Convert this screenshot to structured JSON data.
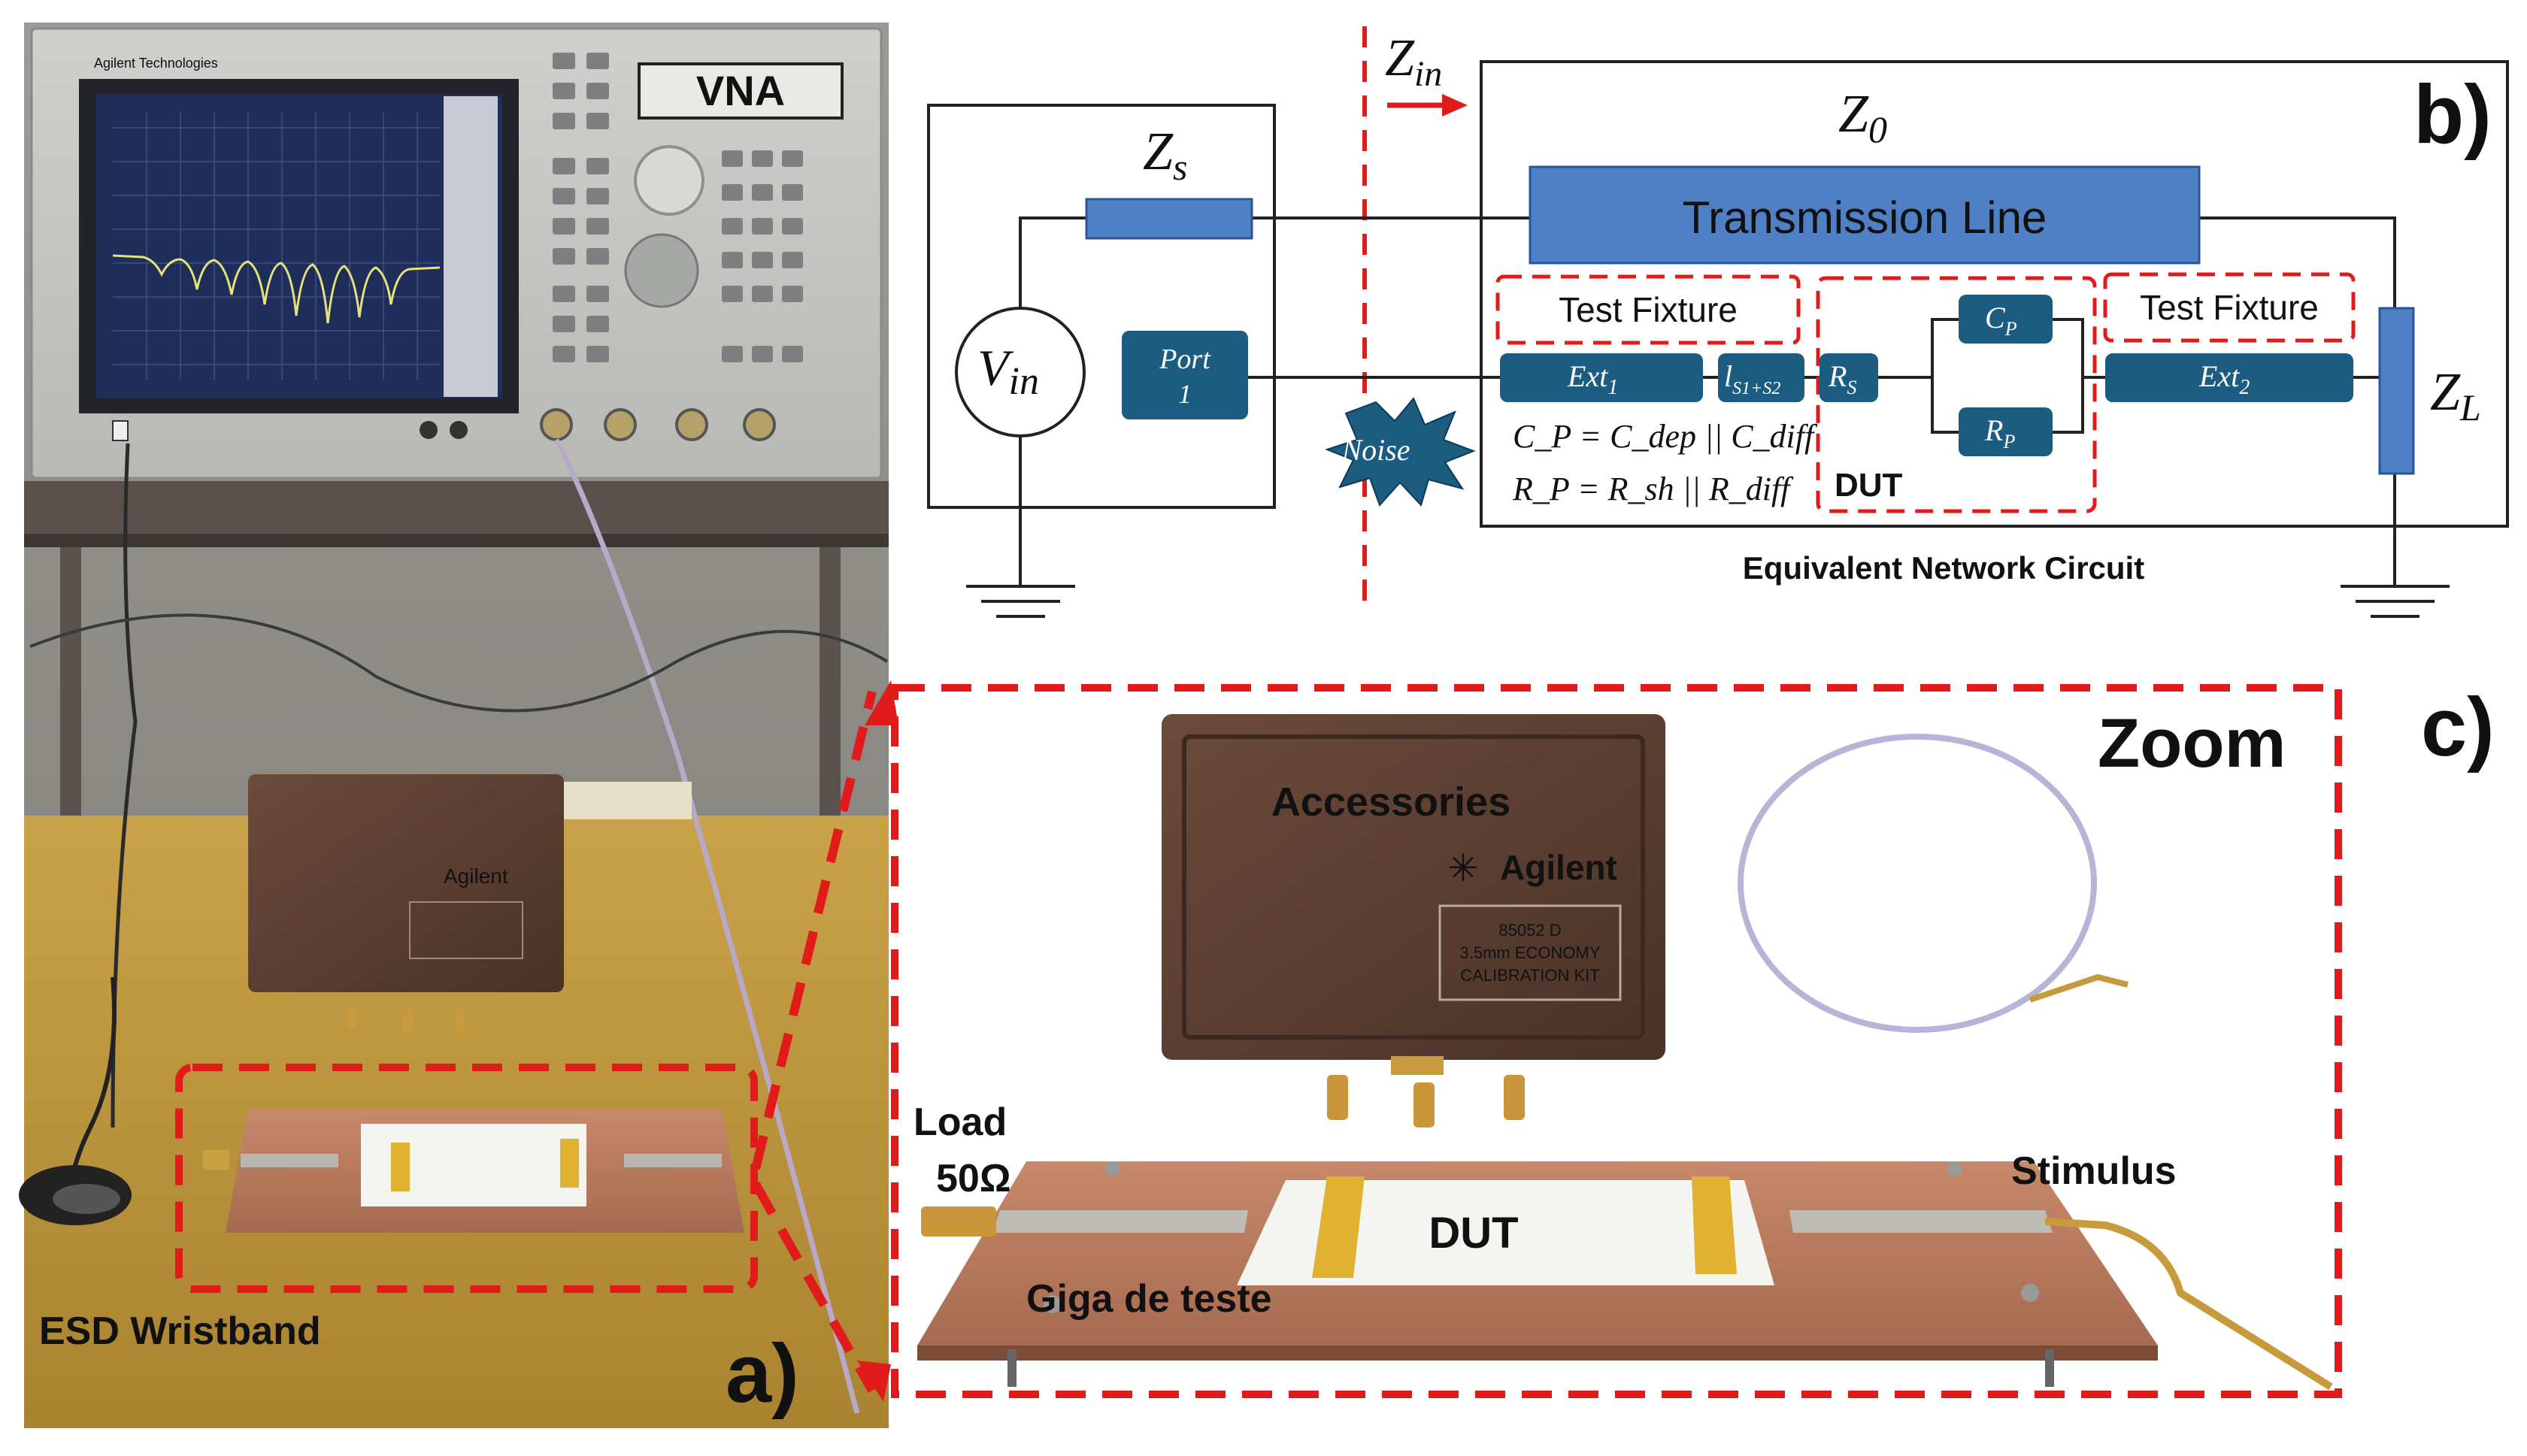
{
  "panel_a": {
    "label": "a)",
    "vna": "VNA",
    "wristband": "ESD Wristband",
    "vna_brand": "Agilent Technologies",
    "kit_brand": "Agilent"
  },
  "panel_b": {
    "label": "b)",
    "zin": "Z",
    "zin_sub": "in",
    "zs": "Z",
    "zs_sub": "s",
    "z0": "Z",
    "z0_sub": "0",
    "zl": "Z",
    "zl_sub": "L",
    "vin": "V",
    "vin_sub": "in",
    "port_line1": "Port",
    "port_line2": "1",
    "transmission_line": "Transmission Line",
    "test_fixture_left": "Test Fixture",
    "test_fixture_right": "Test Fixture",
    "ext1": "Ext",
    "ext1_sub": "1",
    "ext2": "Ext",
    "ext2_sub": "2",
    "ls": "l",
    "ls_sub": "S1+S2",
    "rs": "R",
    "rs_sub": "S",
    "cp": "C",
    "cp_sub": "P",
    "rp": "R",
    "rp_sub": "P",
    "noise": "Noise",
    "dut": "DUT",
    "eq1": "C_P = C_dep || C_diff",
    "eq2": "R_P = R_sh || R_diff",
    "caption": "Equivalent Network Circuit"
  },
  "panel_c": {
    "label": "c)",
    "zoom": "Zoom",
    "accessories": "Accessories",
    "agilent": "Agilent",
    "kit_line1": "85052 D",
    "kit_line2": "3.5mm ECONOMY",
    "kit_line3": "CALIBRATION KIT",
    "load_line1": "Load",
    "load_line2": "50Ω",
    "stimulus": "Stimulus",
    "dut": "DUT",
    "fixture": "Giga de teste"
  },
  "colors": {
    "dashed_red": "#e11a1a",
    "blue_box": "#4f7fc4",
    "teal_box": "#1b5c80",
    "copper": "#b97a5d",
    "wood": "#5a3e31"
  }
}
